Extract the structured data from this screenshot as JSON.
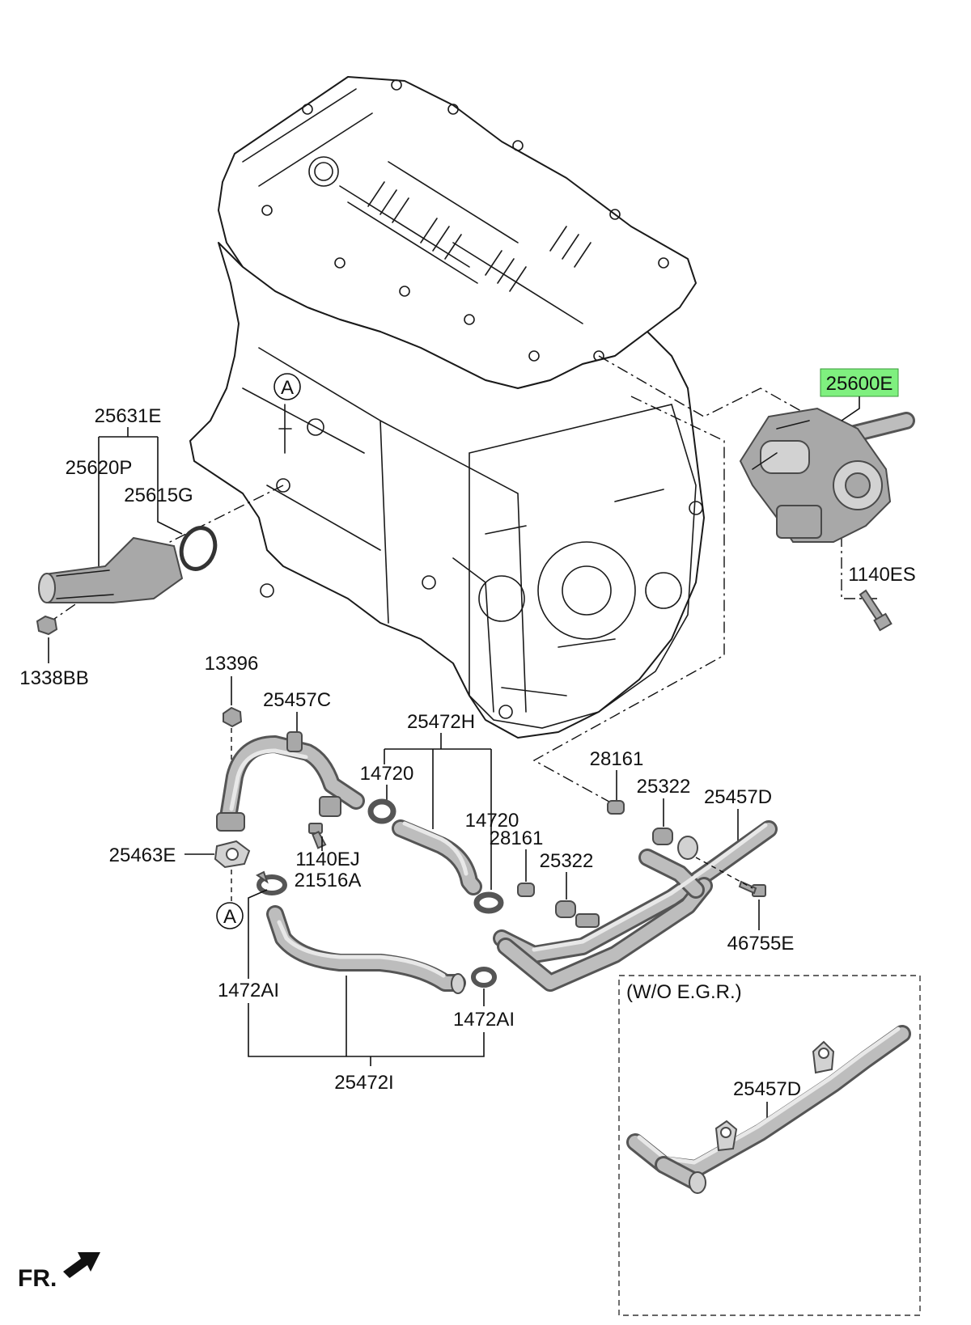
{
  "labels": {
    "p25600E": "25600E",
    "p25631E": "25631E",
    "p25620P": "25620P",
    "p25615G": "25615G",
    "p1338BB": "1338BB",
    "p1140ES": "1140ES",
    "p13396": "13396",
    "p25457C": "25457C",
    "p25472H": "25472H",
    "p14720a": "14720",
    "p14720b": "14720",
    "p28161a": "28161",
    "p28161b": "28161",
    "p25322a": "25322",
    "p25322b": "25322",
    "p25457Da": "25457D",
    "p25457Db": "25457D",
    "p25463E": "25463E",
    "p1140EJ": "1140EJ",
    "p21516A": "21516A",
    "p46755E": "46755E",
    "p1472AIa": "1472AI",
    "p1472AIb": "1472AI",
    "p25472I": "25472I",
    "refA1": "A",
    "refA2": "A",
    "woegr": "(W/O E.G.R.)",
    "front": "FR."
  },
  "highlight_color": "#7ff07f",
  "highlighted_part": "25600E",
  "icons": [
    "front-arrow-icon"
  ]
}
